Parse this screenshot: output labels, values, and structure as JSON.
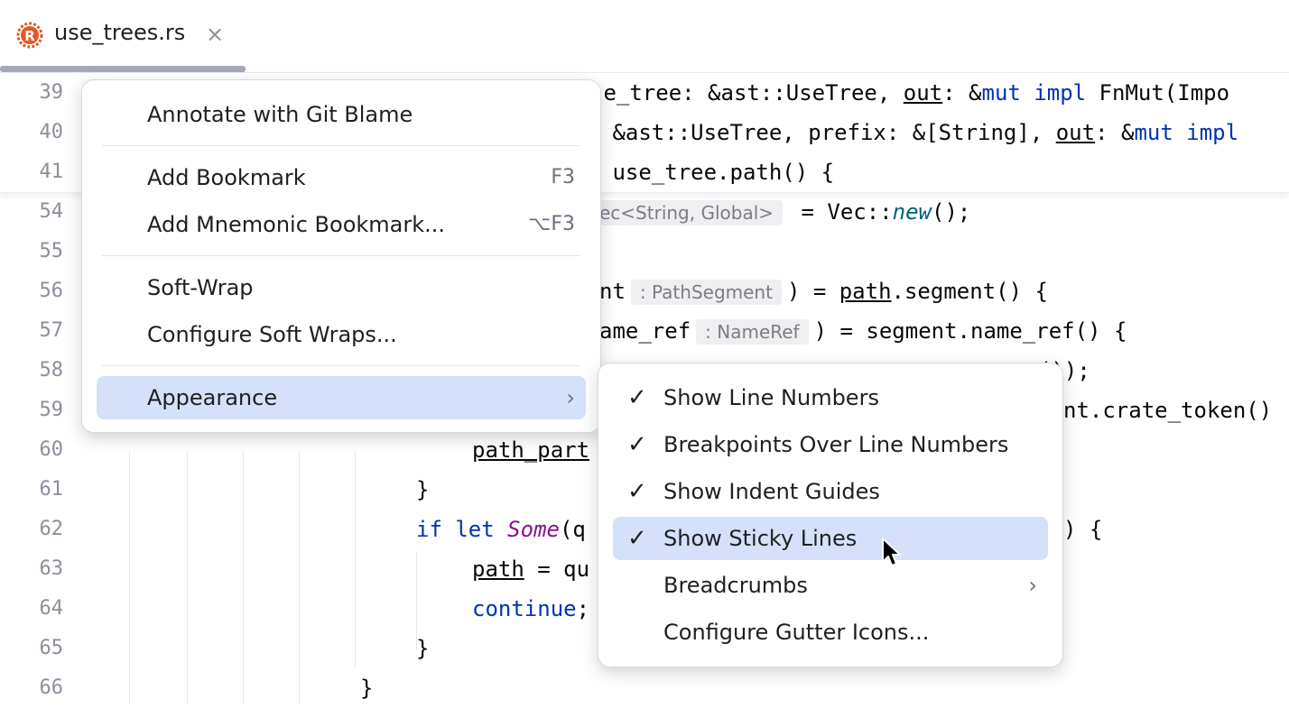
{
  "tab": {
    "title": "use_trees.rs",
    "close": "×"
  },
  "sticky_lines": [
    {
      "num": "39",
      "text": "se_tree: &ast::UseTree, ",
      "out": "out",
      "rest1": ": &",
      "kw1": "mut",
      "sp": " ",
      "kw2": "impl",
      "rest2": " FnMut(Impo"
    },
    {
      "num": "40",
      "text": " &ast::UseTree, prefix: &[String], ",
      "out": "out",
      "rest1": ": &",
      "kw1": "mut",
      "sp": " ",
      "kw2": "impl"
    },
    {
      "num": "41",
      "text": " use_tree.path() {"
    }
  ],
  "lines": {
    "l54": {
      "num": "54",
      "hint": "ec<String, Global>",
      "code": "= Vec::",
      "fn": "new",
      "tail": "();"
    },
    "l55": {
      "num": "55"
    },
    "l56": {
      "num": "56",
      "pre": "nt",
      "hint": ": PathSegment",
      "mid": ") = ",
      "path": "path",
      "tail": ".segment() {"
    },
    "l57": {
      "num": "57",
      "pre": "ame_ref",
      "hint": ": NameRef",
      "tail": ") = segment.name_ref() {"
    },
    "l58": {
      "num": "58",
      "tail": "());"
    },
    "l59": {
      "num": "59",
      "tail": "nt.crate_token()"
    },
    "l60": {
      "num": "60",
      "code": "path_part"
    },
    "l61": {
      "num": "61",
      "code": "}"
    },
    "l62": {
      "num": "62",
      "kw1": "if",
      "kw2": "let",
      "some": "Some",
      "paren": "(q",
      "tail": ") {"
    },
    "l63": {
      "num": "63",
      "path": "path",
      "code": " = qu"
    },
    "l64": {
      "num": "64",
      "kw": "continue",
      "code": ";"
    },
    "l65": {
      "num": "65",
      "code": "}"
    },
    "l66": {
      "num": "66",
      "code": "}"
    }
  },
  "context_menu": {
    "annotate": "Annotate with Git Blame",
    "add_bookmark": "Add Bookmark",
    "add_bookmark_key": "F3",
    "add_mnemonic": "Add Mnemonic Bookmark...",
    "add_mnemonic_key": "⌥F3",
    "soft_wrap": "Soft-Wrap",
    "configure_soft_wraps": "Configure Soft Wraps...",
    "appearance": "Appearance",
    "arrow": "›"
  },
  "appearance_menu": {
    "check": "✓",
    "show_line_numbers": "Show Line Numbers",
    "breakpoints": "Breakpoints Over Line Numbers",
    "indent_guides": "Show Indent Guides",
    "sticky_lines": "Show Sticky Lines",
    "breadcrumbs": "Breadcrumbs",
    "gutter_icons": "Configure Gutter Icons...",
    "arrow": "›"
  },
  "colors": {
    "selection": "#d5e1fa",
    "keyword": "#0033b3",
    "rust_orange": "#e2592b"
  }
}
